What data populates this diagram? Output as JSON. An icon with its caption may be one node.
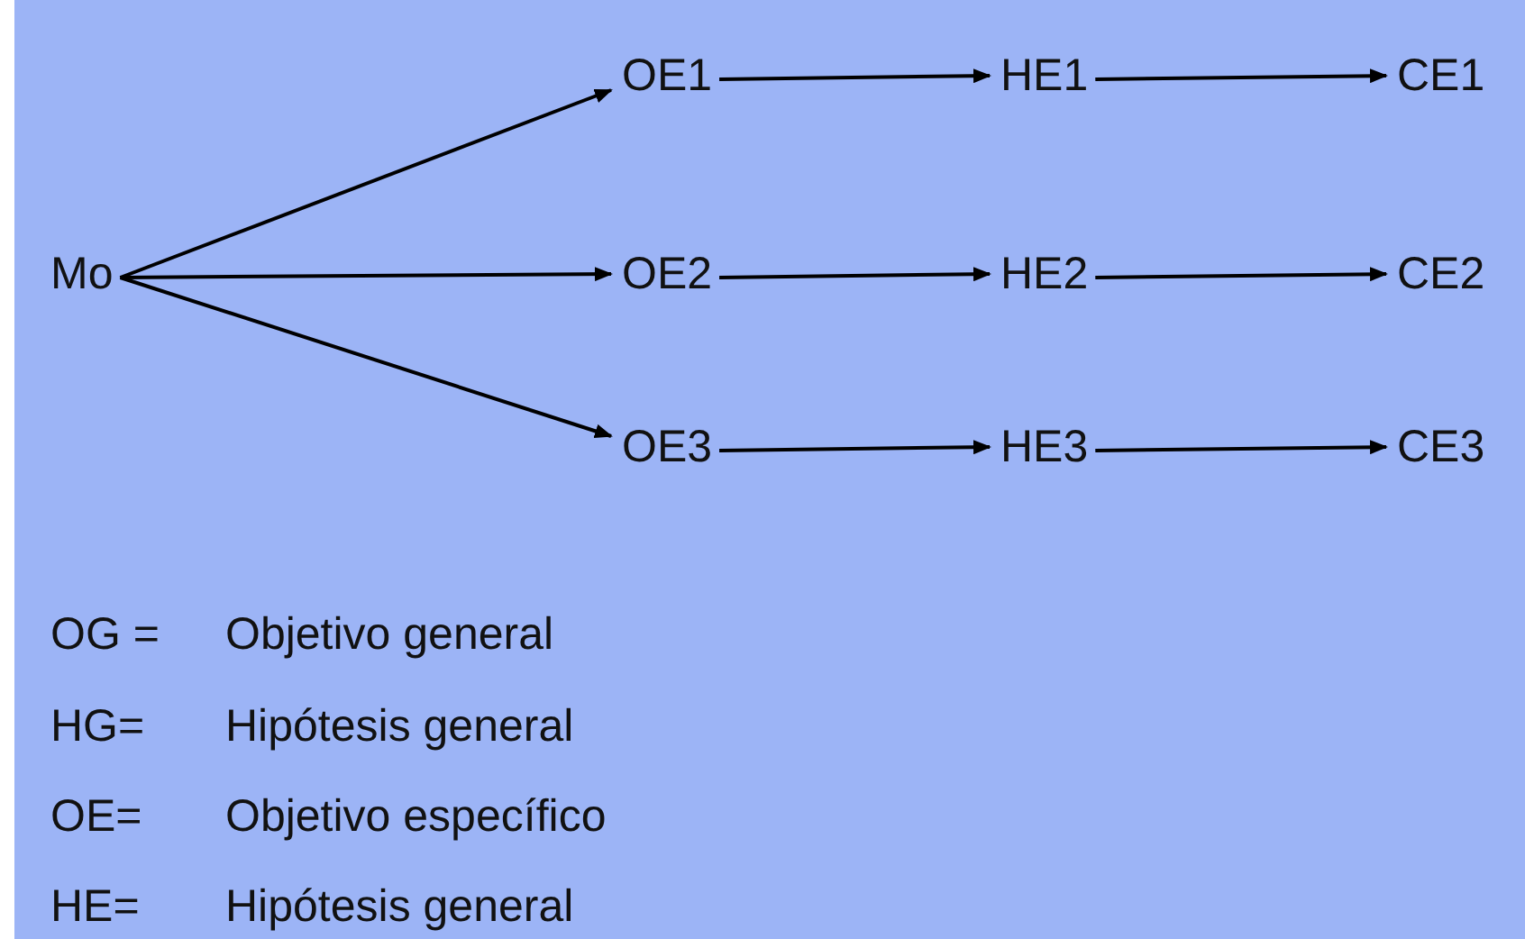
{
  "diagram": {
    "nodes": [
      {
        "text": [
          "Mo"
        ]
      },
      {
        "text": [
          "OE1"
        ]
      },
      {
        "text": [
          "HE1"
        ]
      },
      {
        "text": [
          "CE1"
        ]
      },
      {
        "text": [
          "OE2"
        ]
      },
      {
        "text": [
          "HE2"
        ]
      },
      {
        "text": [
          "CE2"
        ]
      },
      {
        "text": [
          "OE3"
        ]
      },
      {
        "text": [
          "HE3"
        ]
      },
      {
        "text": [
          "CE3"
        ]
      }
    ],
    "edges": [
      {
        "from": 0,
        "to": 1,
        "arrow": "to"
      },
      {
        "from": 0,
        "to": 4,
        "arrow": "to"
      },
      {
        "from": 0,
        "to": 7,
        "arrow": "to"
      },
      {
        "from": 1,
        "to": 2,
        "arrow": "to"
      },
      {
        "from": 2,
        "to": 3,
        "arrow": "to"
      },
      {
        "from": 4,
        "to": 5,
        "arrow": "to"
      },
      {
        "from": 5,
        "to": 6,
        "arrow": "to"
      },
      {
        "from": 7,
        "to": 8,
        "arrow": "to"
      },
      {
        "from": 8,
        "to": 9,
        "arrow": "to"
      }
    ],
    "labels": [
      "OG =",
      "Objetivo general",
      "HG=",
      "Hipótesis general",
      "OE=",
      "Objetivo específico",
      "HE=",
      "Hipótesis general"
    ]
  }
}
